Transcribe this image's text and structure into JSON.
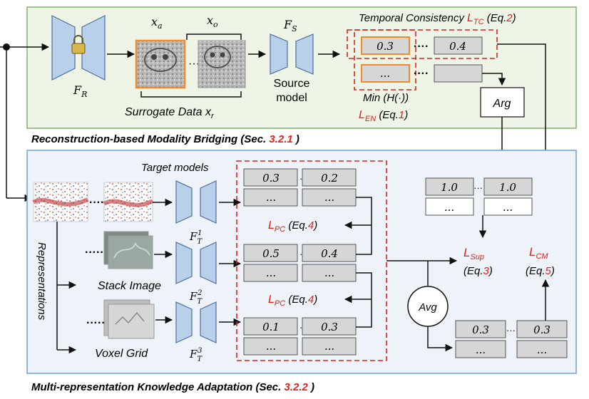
{
  "sections": {
    "top_caption": {
      "text": "Reconstruction-based Modality Bridging (Sec. ",
      "ref": "3.2.1",
      "tail": " )"
    },
    "bottom_caption": {
      "text": "Multi-representation Knowledge Adaptation (Sec. ",
      "ref": "3.2.2",
      "tail": " )"
    }
  },
  "top": {
    "reconstructor": {
      "label": "F",
      "sub": "R"
    },
    "surrogate": {
      "xa": "x",
      "xa_sub": "a",
      "xo": "x",
      "xo_sub": "o",
      "caption": "Surrogate Data x",
      "caption_sub": "r"
    },
    "source_model": {
      "sym": "F",
      "sym_sub": "S",
      "line1": "Source",
      "line2": "model"
    },
    "temporal": {
      "text": "Temporal Consistency ",
      "loss": "L",
      "loss_sub": "TC",
      "eq_open": " (Eq.",
      "eq": "2",
      "eq_close": ")"
    },
    "outputs": {
      "r1": [
        "0.3",
        "0.4"
      ],
      "r2": [
        "...",
        ""
      ]
    },
    "min_entropy": {
      "text": "Min (H(·))",
      "loss": "L",
      "loss_sub": "EN",
      "eq_open": " (Eq.",
      "eq": "1",
      "eq_close": ")"
    },
    "arg": "Arg"
  },
  "bottom": {
    "target_models": "Target models",
    "models": [
      {
        "sym": "F",
        "sub": "T",
        "sup": "1"
      },
      {
        "sym": "F",
        "sub": "T",
        "sup": "2"
      },
      {
        "sym": "F",
        "sub": "T",
        "sup": "3"
      }
    ],
    "repr_vertical": "Representations",
    "stack_image": "Stack Image",
    "voxel_grid": "Voxel Grid",
    "pred_rows": [
      [
        "0.3",
        "0.2"
      ],
      [
        "...",
        "..."
      ],
      [
        "0.5",
        "0.4"
      ],
      [
        "...",
        "..."
      ],
      [
        "0.1",
        "0.3"
      ],
      [
        "...",
        "..."
      ]
    ],
    "lpc": {
      "loss": "L",
      "loss_sub": "PC",
      "eq_open": " (Eq.",
      "eq": "4",
      "eq_close": ")"
    },
    "pseudo_rows": [
      [
        "1.0",
        "1.0"
      ],
      [
        "...",
        "..."
      ]
    ],
    "avg": "Avg",
    "avg_rows": [
      [
        "0.3",
        "0.3"
      ],
      [
        "...",
        "..."
      ]
    ],
    "lsup": {
      "loss": "L",
      "loss_sub": "Sup",
      "eq_open": "(Eq.",
      "eq": "3",
      "eq_close": ")"
    },
    "lcm": {
      "loss": "L",
      "loss_sub": "CM",
      "eq_open": "(Eq.",
      "eq": "5",
      "eq_close": ")"
    }
  },
  "colors": {
    "green_bg": "#eef5e6",
    "green_border": "#7fb26a",
    "blue_bg": "#eef3fa",
    "blue_border": "#6d9fd3",
    "red": "#e0201b",
    "cell": "#d6d6d6",
    "model": "#b9d0ea"
  }
}
